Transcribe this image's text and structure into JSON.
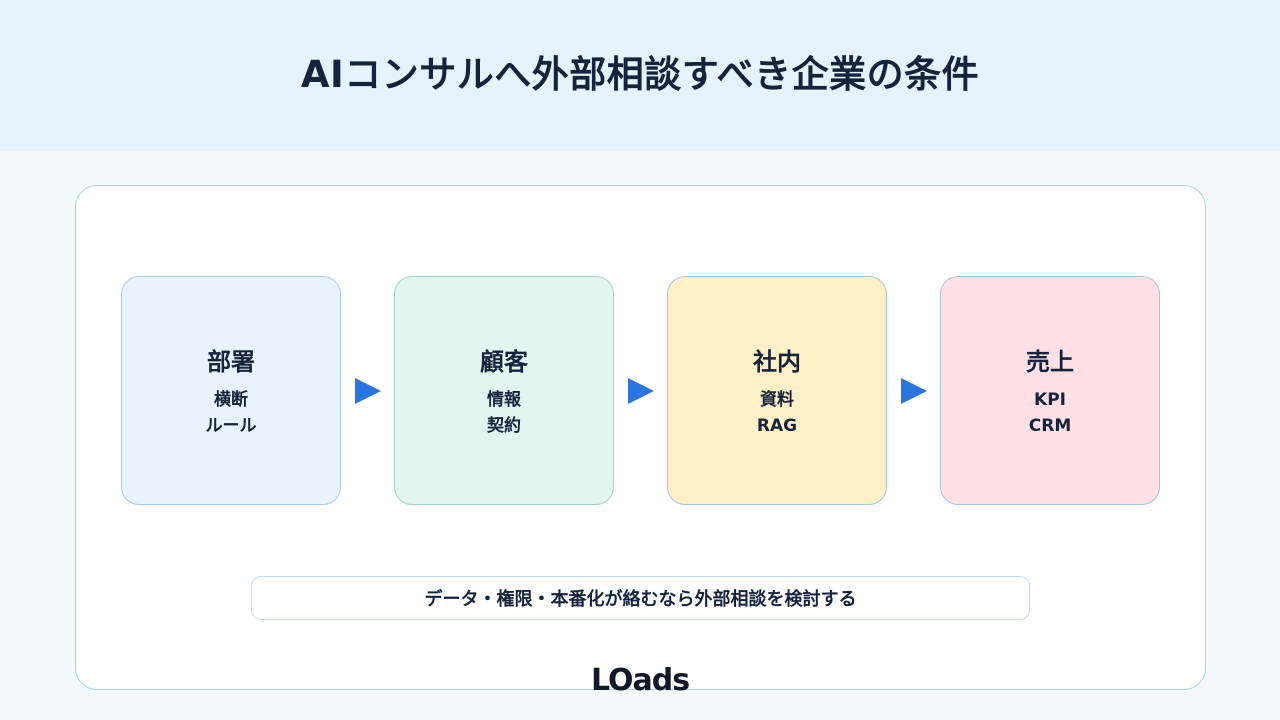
{
  "header": {
    "title": "AIコンサルへ外部相談すべき企業の条件"
  },
  "cards": [
    {
      "title": "部署",
      "lines": [
        "横断",
        "ルール"
      ],
      "bg": "#e8f3fd",
      "border": "#a9cde6"
    },
    {
      "title": "顧客",
      "lines": [
        "情報",
        "契約"
      ],
      "bg": "#e1f6ef",
      "border": "#a4d4cf"
    },
    {
      "title": "社内",
      "lines": [
        "資料",
        "RAG"
      ],
      "bg": "#fff0c8",
      "border": "#9fc8dd"
    },
    {
      "title": "売上",
      "lines": [
        "KPI",
        "CRM"
      ],
      "bg": "#ffe0e5",
      "border": "#a4c7e0"
    }
  ],
  "arrow_color": "#2a74e0",
  "note": {
    "text": "データ・権限・本番化が絡むなら外部相談を検討する"
  },
  "logo": {
    "text": "LOads"
  }
}
